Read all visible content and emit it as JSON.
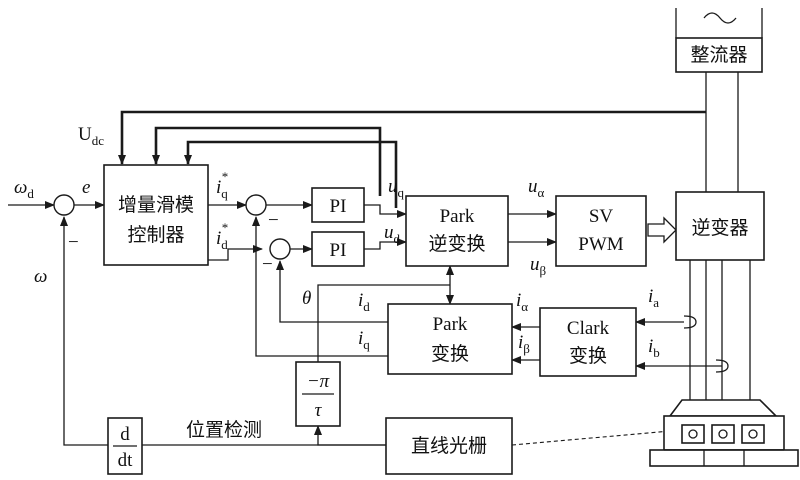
{
  "blocks": {
    "rectifier": "整流器",
    "smc_line1": "增量滑模",
    "smc_line2": "控制器",
    "pi": "PI",
    "park_inv_line1": "Park",
    "park_inv_line2": "逆变换",
    "svpwm_line1": "SV",
    "svpwm_line2": "PWM",
    "inverter": "逆变器",
    "park_line1": "Park",
    "park_line2": "变换",
    "clark_line1": "Clark",
    "clark_line2": "变换",
    "gain_num": "−π",
    "gain_den": "τ",
    "diff_num": "d",
    "diff_den": "dt",
    "grating": "直线光栅"
  },
  "labels": {
    "udc": "U",
    "udc_sub": "dc",
    "omega": "ω",
    "sub_d": "d",
    "sub_q": "q",
    "sub_a": "a",
    "sub_b": "b",
    "sub_alpha": "α",
    "sub_beta": "β",
    "e": "e",
    "i": "i",
    "u": "u",
    "star": "*",
    "theta": "θ",
    "minus": "−",
    "position_detect": "位置检测"
  }
}
